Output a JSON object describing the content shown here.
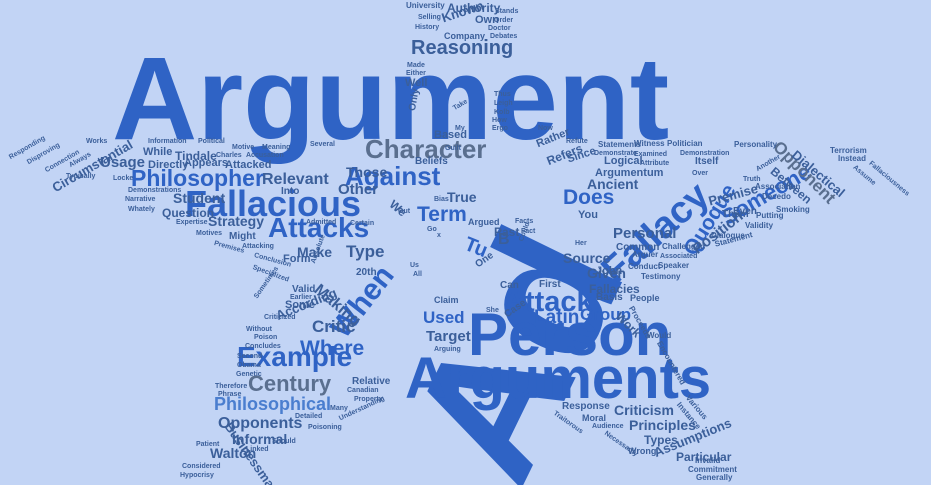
{
  "words": {
    "argument": "Argument",
    "ad": "Ad",
    "person": "Person",
    "arguments": "Arguments",
    "fallacy": "Fallacy",
    "fallacious": "Fallacious",
    "attacks": "Attacks",
    "attack": "Attack",
    "against": "Against",
    "character": "Character",
    "philosopher": "Philosopher",
    "example": "Example",
    "century": "Century",
    "philosophical": "Philosophical",
    "reasoning": "Reasoning",
    "when": "When",
    "where": "Where",
    "someone": "Someone",
    "opponent": "Opponent",
    "quoque": "Quoque",
    "tu": "Tu",
    "term": "Term",
    "does": "Does",
    "latin": "Latin",
    "group": "Group",
    "used": "Used",
    "target": "Target",
    "critic": "Critic",
    "making": "Making",
    "type": "Type",
    "make": "Make",
    "relevant": "Relevant",
    "other": "Other",
    "those": "Those",
    "true": "True",
    "usage": "Usage",
    "student": "Student",
    "strategy": "Strategy",
    "question": "Question",
    "ancient": "Ancient",
    "position": "Position",
    "personal": "Personal",
    "source": "Source",
    "given": "Given",
    "fallacies": "Fallacies",
    "criticism": "Criticism",
    "principles": "Principles",
    "types": "Types",
    "assumptions": "Assumptions",
    "particular": "Particular",
    "opponents": "Opponents",
    "informal": "Informal",
    "walton": "Walton",
    "businessman": "Businessman",
    "circumstantial": "Circumstantial",
    "dialectical": "Dialectical",
    "between": "Between",
    "premise": "Premise",
    "authority": "Authority",
    "known": "Known",
    "own": "Own",
    "company": "Company",
    "well": "Well",
    "only": "Only",
    "directly": "Directly",
    "appears": "Appears",
    "tindale": "Tindale",
    "attacked": "Attacked",
    "refers": "Refers",
    "rather": "Rather",
    "since": "Since",
    "logical": "Logical",
    "argumentum": "Argumentum",
    "past": "Past",
    "argued": "Argued",
    "you": "You",
    "john": "John",
    "common": "Common",
    "itself": "Itself",
    "even": "Even",
    "them": "Them",
    "according": "According",
    "some": "Some",
    "valid": "Valid",
    "form": "Form",
    "might": "Might",
    "we": "We",
    "b": "B",
    "one": "One",
    "can": "Can",
    "first": "First",
    "case": "Case",
    "basis": "Basis",
    "work": "Work",
    "claim": "Claim",
    "based": "Based",
    "beliefs": "Beliefs",
    "into": "Into",
    "twentieth": "20th",
    "relative": "Relative",
    "while": "While",
    "response": "Response",
    "moral": "Moral",
    "wrong": "Wrong",
    "generally": "Generally",
    "commitment": "Commitment",
    "invalid": "Invalid",
    "instance": "Instance",
    "various": "Various",
    "people": "People",
    "proceeds": "Proceeds",
    "would": "Would",
    "encountered": "Encountered",
    "speaker": "Speaker",
    "testimony": "Testimony",
    "conduct": "Conduct",
    "arguer": "Arguer",
    "associated": "Associated",
    "challenged": "Challenged",
    "dialogue": "Dialogue",
    "statement": "Statement",
    "validity": "Validity",
    "putting": "Putting",
    "smoking": "Smoking",
    "decedo": "Decedo",
    "another": "Another",
    "association": "Association",
    "personality": "Personality",
    "demonstration": "Demonstration",
    "politician": "Politician",
    "truth": "Truth",
    "over": "Over",
    "witness": "Witness",
    "statements": "Statements",
    "examined": "Examined",
    "attribute": "Attribute",
    "demonstrate": "Demonstrate",
    "refute": "Refute",
    "terrorism": "Terrorism",
    "instead": "Instead",
    "assume": "Assume",
    "fallaciousness": "Fallaciousness",
    "university": "University",
    "selling": "Selling",
    "history": "History",
    "stands": "Stands",
    "order": "Order",
    "doctor": "Doctor",
    "debates": "Debates",
    "made": "Made",
    "either": "Either",
    "thus": "Thus",
    "leigh": "Leigh",
    "take": "Take",
    "kolb": "Kolb",
    "how": "How",
    "ergo": "Ergo",
    "now": "Now",
    "my": "My",
    "responding": "Responding",
    "disproving": "Disproving",
    "connection": "Connection",
    "always": "Always",
    "works": "Works",
    "typically": "Typically",
    "locke": "Locke",
    "narrative": "Narrative",
    "whately": "Whately",
    "demonstrations": "Demonstrations",
    "information": "Information",
    "political": "Political",
    "motive": "Motive",
    "meaning": "Meaning",
    "charles": "Charles",
    "accusation": "Accusation",
    "several": "Several",
    "expertise": "Expertise",
    "motives": "Motives",
    "premises": "Premises",
    "attacking": "Attacking",
    "conclusion": "Conclusion",
    "specialized": "Specialized",
    "absolute": "Absolute",
    "admitted": "Admitted",
    "certain": "Certain",
    "guilt": "Guilt",
    "bias": "Bias",
    "out": "Out",
    "go": "Go",
    "x": "x",
    "facts": "Facts",
    "fact": "Fact",
    "could": "Could",
    "her": "Her",
    "us": "Us",
    "all": "All",
    "she": "She",
    "arguing": "Arguing",
    "sometimes": "Sometimes",
    "criticized": "Criticized",
    "earlier": "Earlier",
    "without": "Without",
    "poison": "Poison",
    "concludes": "Concludes",
    "second": "Second",
    "obama": "Obama",
    "genetic": "Genetic",
    "therefore": "Therefore",
    "phrase": "Phrase",
    "canadian": "Canadian",
    "property": "Property",
    "many": "Many",
    "understanding": "Understanding",
    "poisoning": "Poisoning",
    "detailed": "Detailed",
    "linked": "Linked",
    "patient": "Patient",
    "should": "Should",
    "considered": "Considered",
    "hypocrisy": "Hypocrisy",
    "traitorous": "Traitorous",
    "audience": "Audience",
    "necessarily": "Necessarily"
  }
}
